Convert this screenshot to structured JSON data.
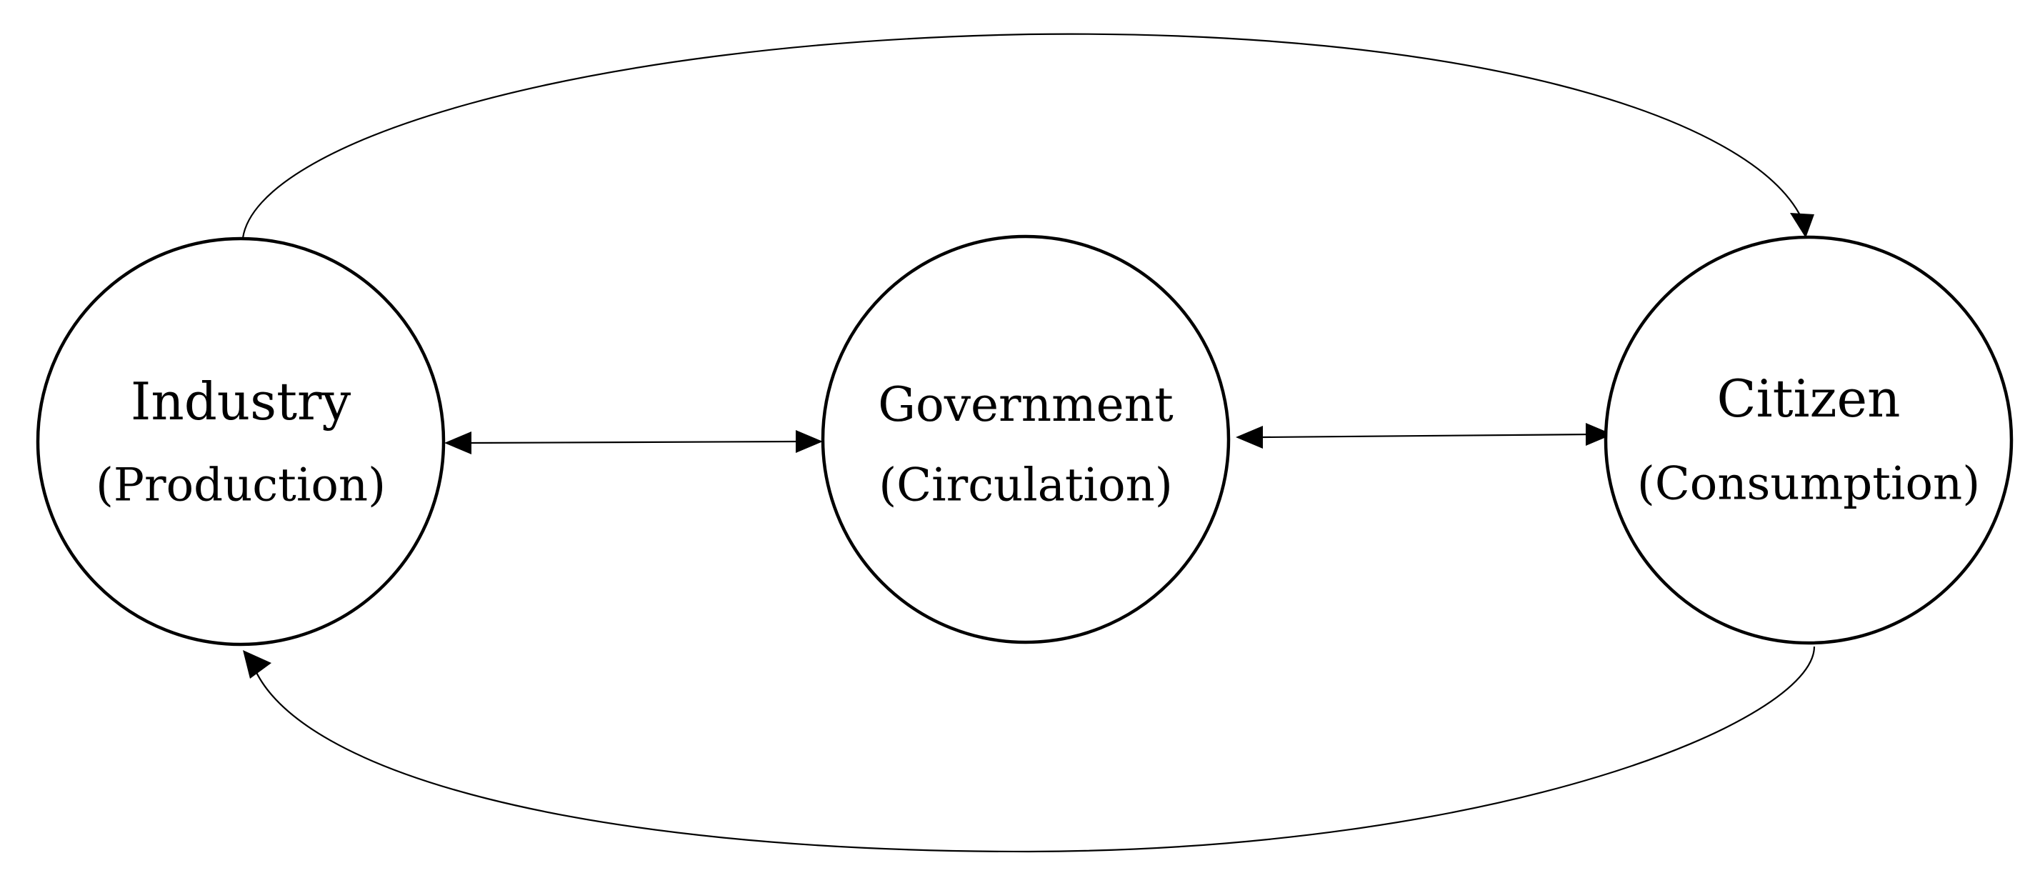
{
  "nodes": {
    "industry": {
      "title": "Industry",
      "subtitle": "(Production)"
    },
    "government": {
      "title": "Government",
      "subtitle": "(Circulation)"
    },
    "citizen": {
      "title": "Citizen",
      "subtitle": "(Consumption)"
    }
  },
  "links": [
    {
      "from": "industry",
      "to": "citizen",
      "direction": "one-way",
      "route": "top-arc"
    },
    {
      "from": "citizen",
      "to": "industry",
      "direction": "one-way",
      "route": "bottom-arc"
    },
    {
      "from": "industry",
      "to": "government",
      "direction": "two-way",
      "route": "straight"
    },
    {
      "from": "government",
      "to": "citizen",
      "direction": "two-way",
      "route": "straight"
    }
  ],
  "colors": {
    "stroke": "#000000",
    "background": "#ffffff"
  }
}
